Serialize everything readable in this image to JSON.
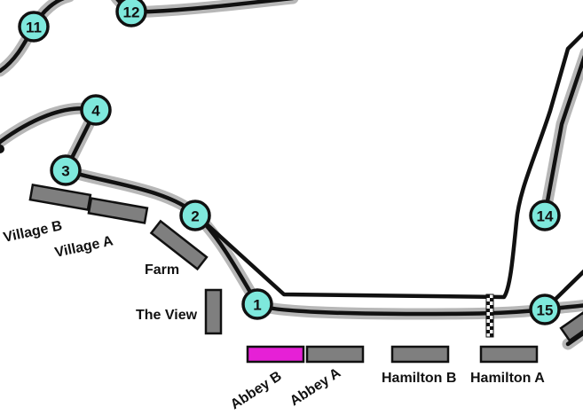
{
  "colors": {
    "background": "#ffffff",
    "track_shadow": "#b7b7b7",
    "track_line": "#111111",
    "turn_marker_fill": "#7ee8dc",
    "turn_marker_stroke": "#111111",
    "stand_grey": "#7f7f7f",
    "stand_highlight": "#e620d6",
    "stand_stroke": "#111111"
  },
  "turns": [
    {
      "id": "t1",
      "label": "1"
    },
    {
      "id": "t2",
      "label": "2"
    },
    {
      "id": "t3",
      "label": "3"
    },
    {
      "id": "t4",
      "label": "4"
    },
    {
      "id": "t11",
      "label": "11"
    },
    {
      "id": "t12",
      "label": "12"
    },
    {
      "id": "t14",
      "label": "14"
    },
    {
      "id": "t15",
      "label": "15"
    }
  ],
  "grandstands": [
    {
      "id": "village-b",
      "label": "Village B",
      "selected": false
    },
    {
      "id": "village-a",
      "label": "Village A",
      "selected": false
    },
    {
      "id": "farm",
      "label": "Farm",
      "selected": false
    },
    {
      "id": "the-view",
      "label": "The View",
      "selected": false
    },
    {
      "id": "abbey-b",
      "label": "Abbey B",
      "selected": true
    },
    {
      "id": "abbey-a",
      "label": "Abbey A",
      "selected": false
    },
    {
      "id": "hamilton-b",
      "label": "Hamilton B",
      "selected": false
    },
    {
      "id": "hamilton-a",
      "label": "Hamilton A",
      "selected": false
    }
  ],
  "start_finish": {
    "icon": "checkered-flag-icon"
  }
}
